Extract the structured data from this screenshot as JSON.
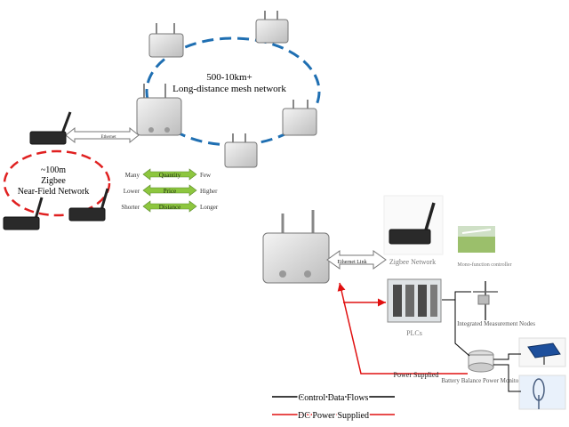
{
  "mesh": {
    "range": "500-10km+",
    "title": "Long-distance mesh network"
  },
  "zigbee_near": {
    "range": "~100m",
    "title": "Zigbee",
    "subtitle": "Near-Field Network"
  },
  "ethernet_label": "Ethernet",
  "comparison": [
    {
      "left": "Many",
      "center": "Quantity",
      "right": "Few"
    },
    {
      "left": "Lower",
      "center": "Price",
      "right": "Higher"
    },
    {
      "left": "Shorter",
      "center": "Distance",
      "right": "Longer"
    }
  ],
  "system": {
    "ethernet_link": "Ethernet Link",
    "zigbee_network": "Zigbee Network",
    "mono_controller": "Mono-function controller",
    "plcs": "PLCs",
    "measurement_nodes": "Integrated Measurement Nodes",
    "battery_monitor": "Battery Balance Power Monitor",
    "power_supplied": "Power Supplied"
  },
  "legend": {
    "control": "Control Data Flows",
    "power": "DC Power Supplied"
  },
  "colors": {
    "mesh_ring": "#1f6fb2",
    "near_ring": "#e02020",
    "arrow_green": "#8dc63f",
    "power_line": "#e01010",
    "control_line": "#000000"
  }
}
